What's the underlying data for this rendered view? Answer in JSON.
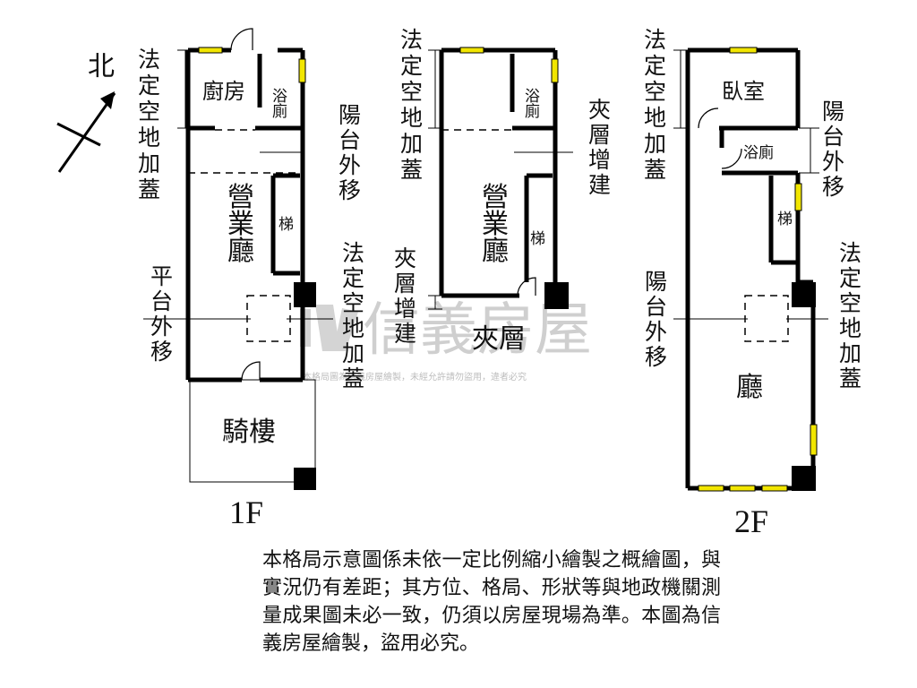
{
  "compass": {
    "label": "北",
    "icon": "north-arrow-icon"
  },
  "annotations": {
    "legal_open_space_addition": "法定空地加蓋",
    "balcony_moved_out": "陽台外移",
    "platform_moved_out": "平台外移",
    "mezzanine_addition": "夾層增建",
    "mezzanine_extension": "夾層增建"
  },
  "floor_1f": {
    "label": "1F",
    "rooms": {
      "kitchen": "廚房",
      "bathroom": "浴廁",
      "business_hall": "營業廳",
      "stairs": "梯",
      "arcade": "騎樓"
    }
  },
  "floor_mezz": {
    "label": "夾層",
    "rooms": {
      "bathroom": "浴廁",
      "business_hall": "營業廳",
      "stairs": "梯"
    }
  },
  "floor_2f": {
    "label": "2F",
    "rooms": {
      "bedroom": "臥室",
      "bathroom": "浴廁",
      "stairs": "梯",
      "hall": "廳"
    }
  },
  "watermark": {
    "brand": "信義房屋",
    "notice": "本格局圖為信義房屋繪製，未經允許請勿盜用，違者必究"
  },
  "disclaimer": "本格局示意圖係未依一定比例縮小繪製之概繪圖，與實況仍有差距；其方位、格局、形狀等與地政機關測量成果圖未必一致，仍須以房屋現場為準。本圖為信義房屋繪製，盜用必究。",
  "colors": {
    "window": "#f2e600",
    "wall": "#000000",
    "watermark": "#cfcfcf"
  }
}
